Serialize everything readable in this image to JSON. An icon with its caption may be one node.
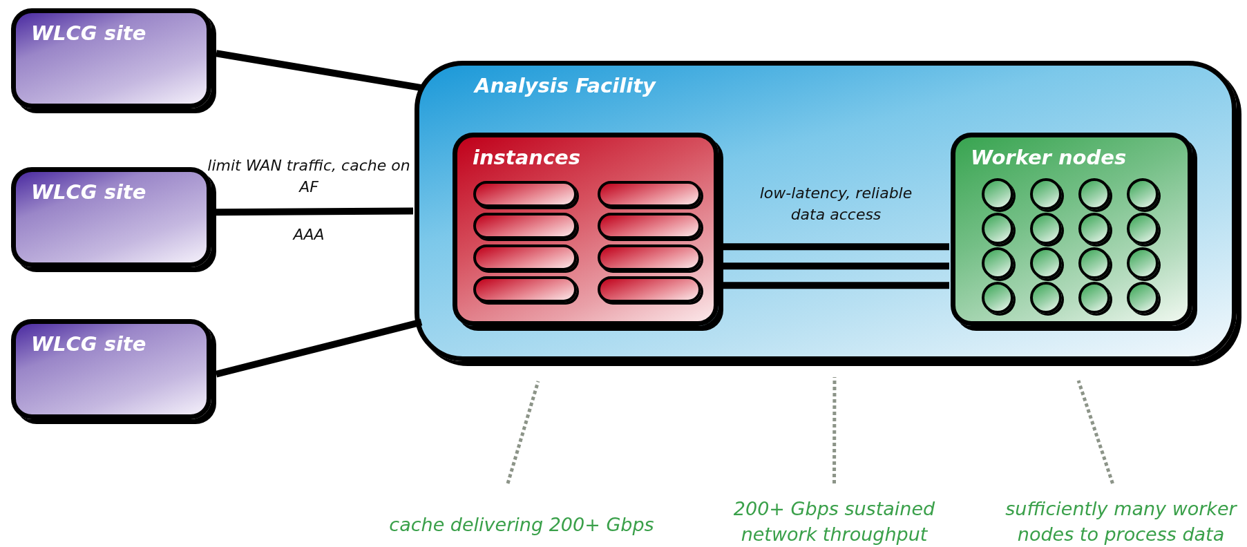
{
  "diagram": {
    "nodes": [
      {
        "text": [
          "WLCG site"
        ]
      },
      {
        "text": [
          "WLCG site"
        ]
      },
      {
        "text": [
          "WLCG site"
        ]
      },
      {
        "text": [
          "Analysis Facility"
        ]
      },
      {
        "text": [
          "instances"
        ],
        "in": 3
      },
      {
        "text": [],
        "shape": "box",
        "in": 4
      },
      {
        "text": [],
        "shape": "box",
        "in": 4
      },
      {
        "text": [],
        "shape": "box",
        "in": 4
      },
      {
        "text": [],
        "shape": "box",
        "in": 4
      },
      {
        "text": [],
        "shape": "box",
        "in": 4
      },
      {
        "text": [],
        "shape": "box",
        "in": 4
      },
      {
        "text": [],
        "shape": "box",
        "in": 4
      },
      {
        "text": [],
        "shape": "box",
        "in": 4
      },
      {
        "text": [
          "Worker nodes"
        ],
        "in": 3
      },
      {
        "text": [],
        "shape": "circle",
        "in": 13
      },
      {
        "text": [],
        "shape": "circle",
        "in": 13
      },
      {
        "text": [],
        "shape": "circle",
        "in": 13
      },
      {
        "text": [],
        "shape": "circle",
        "in": 13
      },
      {
        "text": [],
        "shape": "circle",
        "in": 13
      },
      {
        "text": [],
        "shape": "circle",
        "in": 13
      },
      {
        "text": [],
        "shape": "circle",
        "in": 13
      },
      {
        "text": [],
        "shape": "circle",
        "in": 13
      },
      {
        "text": [],
        "shape": "circle",
        "in": 13
      },
      {
        "text": [],
        "shape": "circle",
        "in": 13
      },
      {
        "text": [],
        "shape": "circle",
        "in": 13
      },
      {
        "text": [],
        "shape": "circle",
        "in": 13
      },
      {
        "text": [],
        "shape": "circle",
        "in": 13
      },
      {
        "text": [],
        "shape": "circle",
        "in": 13
      },
      {
        "text": [],
        "shape": "circle",
        "in": 13
      },
      {
        "text": [],
        "shape": "circle",
        "in": 13
      },
      {
        "text": [
          "cache delivering 200+ Gbps"
        ]
      },
      {
        "text": [
          "200+ Gbps sustained network throughput"
        ]
      },
      {
        "text": [
          "sufficiently many worker nodes to process data"
        ]
      }
    ],
    "edges": [
      {
        "from": 0,
        "to": 3,
        "arrow": "none"
      },
      {
        "from": 1,
        "to": 3,
        "arrow": "none",
        "label": "limit WAN traffic, cache on AF"
      },
      {
        "from": 2,
        "to": 3,
        "arrow": "none"
      },
      {
        "from": 4,
        "to": 13,
        "arrow": "none",
        "label": "low-latency, reliable data access"
      },
      {
        "from": 4,
        "to": 13,
        "arrow": "none"
      },
      {
        "from": 4,
        "to": 13,
        "arrow": "none"
      },
      {
        "from": 30,
        "to": null,
        "arrow": "none",
        "style": "dashed",
        "color": "#8c9488"
      },
      {
        "from": 31,
        "to": null,
        "arrow": "none",
        "style": "dashed",
        "color": "#8c9488"
      },
      {
        "from": 32,
        "to": null,
        "arrow": "none",
        "style": "dashed",
        "color": "#8c9488"
      }
    ],
    "labels": [
      "AAA"
    ]
  }
}
